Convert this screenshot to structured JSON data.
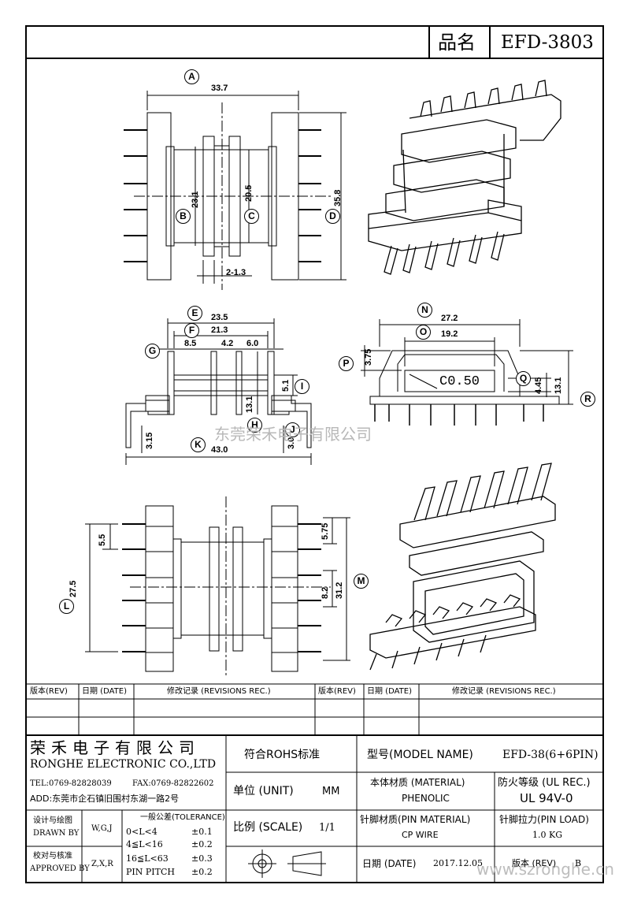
{
  "header": {
    "name_label": "品名",
    "part_no": "EFD-3803"
  },
  "watermark": {
    "cn": "东莞荣禾电子有限公司",
    "url": "www.szronghe.cn"
  },
  "top_view": {
    "label_a": "A",
    "label_b": "B",
    "label_c": "C",
    "label_d": "D",
    "dim_a": "33.7",
    "dim_b": "23.1",
    "dim_c": "20.5",
    "dim_d": "35.8",
    "dim_pin": "2-1.3"
  },
  "side_view": {
    "label_e": "E",
    "label_f": "F",
    "label_g": "G",
    "label_h": "H",
    "label_i": "I",
    "label_j": "J",
    "label_k": "K",
    "dim_e": "23.5",
    "dim_f": "21.3",
    "dim_g1": "8.5",
    "dim_g2": "4.2",
    "dim_g3": "6.0",
    "dim_i": "5.1",
    "dim_h": "13.1",
    "dim_k": "43.0",
    "dim_left": "3.15",
    "dim_j": "3.0"
  },
  "end_view": {
    "label_n": "N",
    "label_o": "O",
    "label_p": "P",
    "label_q": "Q",
    "label_r": "R",
    "dim_n": "27.2",
    "dim_o": "19.2",
    "dim_p": "3.75",
    "dim_q": "4.45",
    "dim_r": "13.1",
    "chamfer": "C0.50"
  },
  "bottom_view": {
    "label_l": "L",
    "label_m": "M",
    "dim_l1": "5.5",
    "dim_l": "27.5",
    "dim_m1": "5.75",
    "dim_m2": "8.2",
    "dim_m": "31.2"
  },
  "revisions": {
    "col_rev": "版本(REV)",
    "col_date": "日期 (DATE)",
    "col_rec": "修改记录 (REVISIONS REC.)"
  },
  "title_block": {
    "company_cn": "荣禾电子有限公司",
    "company_en": "RONGHE ELECTRONIC CO.,LTD",
    "tel": "TEL:0769-82828039",
    "fax": "FAX:0769-82822602",
    "addr": "ADD:东莞市企石镇旧围村东湖一路2号",
    "rohs": "符合ROHS标准",
    "model_label": "型号(MODEL NAME)",
    "model_value": "EFD-38(6+6PIN)",
    "unit_label": "单位 (UNIT)",
    "unit_value": "MM",
    "material_label": "本体材质 (MATERIAL)",
    "material_value": "PHENOLIC",
    "ul_label": "防火等级 (UL REC.)",
    "ul_value": "UL 94V-0",
    "drawn_label": "设计与绘图",
    "drawn_label_en": "DRAWN BY",
    "drawn_value": "W,G,J",
    "tol_label": "一般公差(TOLERANCE)",
    "tol": [
      {
        "range": "0<L<4",
        "val": "±0.1"
      },
      {
        "range": "4≦L<16",
        "val": "±0.2"
      },
      {
        "range": "16≦L<63",
        "val": "±0.3"
      },
      {
        "range": "PIN PITCH",
        "val": "±0.2"
      }
    ],
    "scale_label": "比例 (SCALE)",
    "scale_value": "1/1",
    "pin_mat_label": "针脚材质(PIN MATERIAL)",
    "pin_mat_value": "CP WIRE",
    "pin_load_label": "针脚拉力(PIN LOAD)",
    "pin_load_value": "1.0 KG",
    "approved_label": "校对与核准",
    "approved_label_en": "APPROVED BY",
    "approved_value": "Z,X,R",
    "date_label": "日期 (DATE)",
    "date_value": "2017.12.05",
    "rev_label": "版本 (REV)",
    "rev_value": "B"
  }
}
